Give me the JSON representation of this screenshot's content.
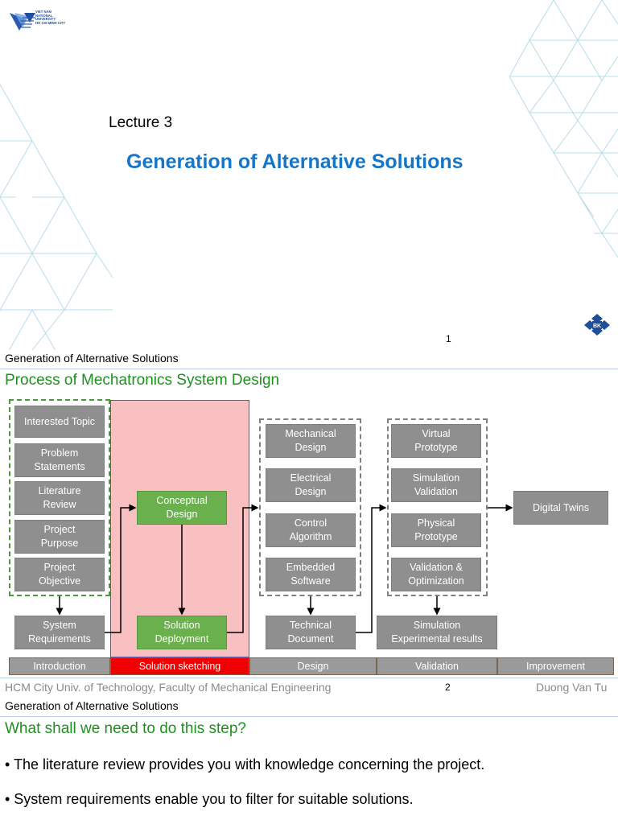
{
  "slide1": {
    "logo_text": [
      "VIET NAM",
      "NATIONAL",
      "UNIVERSITY",
      "HO CHI MINH CITY"
    ],
    "lecture": "Lecture 3",
    "title": "Generation of Alternative Solutions",
    "page": "1",
    "emblem_text": "BK"
  },
  "slide2": {
    "header": "Generation of Alternative Solutions",
    "heading": "Process of Mechatronics System Design",
    "intro_items": [
      "Interested Topic",
      "Problem\nStatements",
      "Literature\nReview",
      "Project\nPurpose",
      "Project\nObjective"
    ],
    "system_requirements": "System\nRequirements",
    "conceptual_design": "Conceptual\nDesign",
    "solution_deployment": "Solution\nDeployment",
    "design_items": [
      "Mechanical\nDesign",
      "Electrical\nDesign",
      "Control\nAlgorithm",
      "Embedded\nSoftware"
    ],
    "technical_document": "Technical\nDocument",
    "validation_items": [
      "Virtual\nPrototype",
      "Simulation\nValidation",
      "Physical\nPrototype",
      "Validation &\nOptimization"
    ],
    "simulation_results": "Simulation\nExperimental results",
    "digital_twins": "Digital Twins",
    "phases": [
      "Introduction",
      "Solution sketching",
      "Design",
      "Validation",
      "Improvement"
    ],
    "footer_left": "HCM City Univ. of Technology, Faculty of Mechanical Engineering",
    "page": "2",
    "footer_right": "Duong Van Tu"
  },
  "slide3": {
    "header": "Generation of Alternative Solutions",
    "heading": "What shall we need to do this step?",
    "bullets": [
      "• The literature review provides you with knowledge concerning the project.",
      "• System requirements enable you to filter for suitable solutions."
    ]
  },
  "colors": {
    "title_blue": "#1576c7",
    "heading_green": "#1f8f1f",
    "box_grey": "#8f8f8f",
    "box_green": "#6ab04c",
    "active_phase_red": "#f00000",
    "highlight_pink": "#f8c0c0"
  }
}
